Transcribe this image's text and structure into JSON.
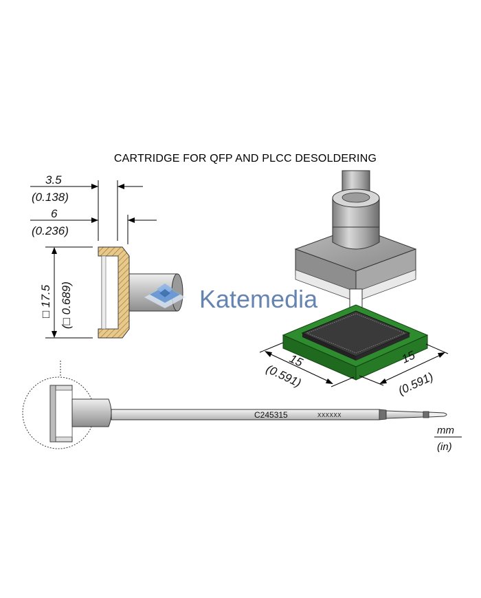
{
  "title": "CARTRIDGE FOR QFP AND PLCC DESOLDERING",
  "dimensions": {
    "d1_mm": "3.5",
    "d1_in": "(0.138)",
    "d2_mm": "6",
    "d2_in": "(0.236)",
    "height_mm": "□ 17.5",
    "height_in": "(□ 0.689)",
    "side_a_mm": "15",
    "side_a_in": "(0.591)",
    "side_b_mm": "15",
    "side_b_in": "(0.591)"
  },
  "part_number": "C245315",
  "serial": "XXXXXX",
  "units": {
    "primary": "mm",
    "secondary": "(in)"
  },
  "watermark": "Katemedia",
  "colors": {
    "steel_dark": "#8a8a8a",
    "steel_light": "#e6e6e6",
    "pcb_green": "#2e8b2e",
    "hatch_fill": "#e8c98a",
    "watermark": "#4a6fa5"
  }
}
